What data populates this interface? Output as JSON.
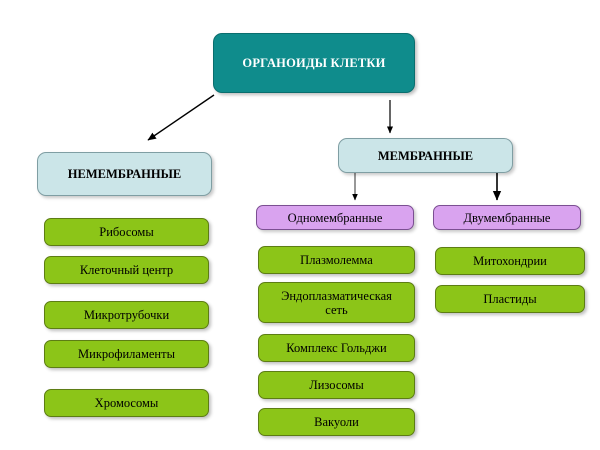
{
  "diagram": {
    "title_text": "ОРГАНОИДЫ КЛЕТКИ",
    "colors": {
      "root_fill": "#0f8c8c",
      "category_fill": "#cbe5e8",
      "subcategory_fill": "#d9a3ef",
      "leaf_fill": "#8cc518",
      "edge": "#000000",
      "background": "#ffffff"
    },
    "root": {
      "label": "ОРГАНОИДЫ КЛЕТКИ"
    },
    "categories": [
      {
        "id": "nonmembrane",
        "label": "НЕМЕМБРАННЫЕ"
      },
      {
        "id": "membrane",
        "label": "МЕМБРАННЫЕ"
      }
    ],
    "subcategories": [
      {
        "id": "single-membrane",
        "label": "Одномембранные"
      },
      {
        "id": "double-membrane",
        "label": "Двумембранные"
      }
    ],
    "nonmembrane_items": [
      {
        "label": "Рибосомы"
      },
      {
        "label": "Клеточный центр"
      },
      {
        "label": "Микротрубочки"
      },
      {
        "label": "Микрофиламенты"
      },
      {
        "label": "Хромосомы"
      }
    ],
    "single_membrane_items": [
      {
        "label": "Плазмолемма"
      },
      {
        "label": "Эндоплазматическая\nсеть"
      },
      {
        "label": "Комплекс Гольджи"
      },
      {
        "label": "Лизосомы"
      },
      {
        "label": "Вакуоли"
      }
    ],
    "double_membrane_items": [
      {
        "label": "Митохондрии"
      },
      {
        "label": "Пластиды"
      }
    ]
  }
}
